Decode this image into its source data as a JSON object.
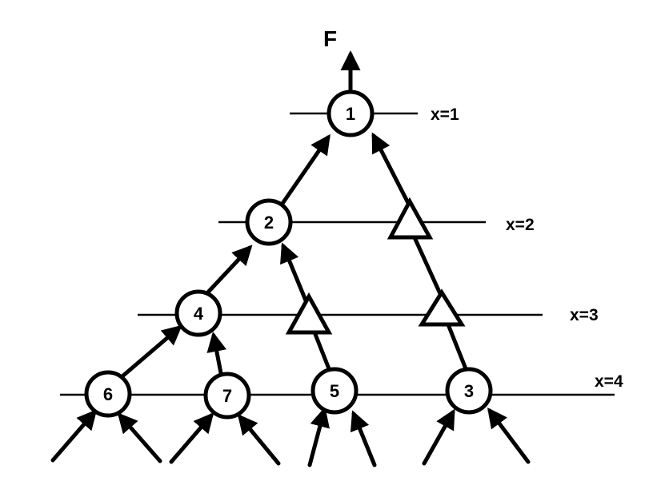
{
  "output_label": "F",
  "levels": [
    "x=1",
    "x=2",
    "x=3",
    "x=4"
  ],
  "nodes": [
    "1",
    "2",
    "3",
    "4",
    "5",
    "6",
    "7"
  ]
}
